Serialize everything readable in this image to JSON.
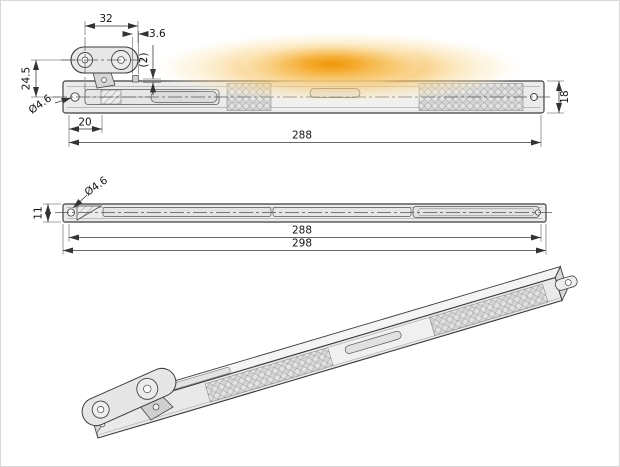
{
  "colors": {
    "outline": "#3c3c3c",
    "dimension_line": "#333333",
    "part_fill": "#ebebeb",
    "glow_core": "#ef9406",
    "glow_mid": "#f5ad33",
    "glow_outer": "#fcecc4"
  },
  "top_view": {
    "dims": {
      "lever_length": "32",
      "pin_width": "3.6",
      "gap_ref": "(2)",
      "lever_height": "24.5",
      "hole_diameter": "Ø4.6",
      "hole_spacing": "20",
      "mounting_length": "288",
      "profile_width": "18"
    }
  },
  "side_view": {
    "dims": {
      "hole_diameter": "Ø4.6",
      "profile_height": "11",
      "mounting_length": "288",
      "overall_length": "298"
    }
  }
}
